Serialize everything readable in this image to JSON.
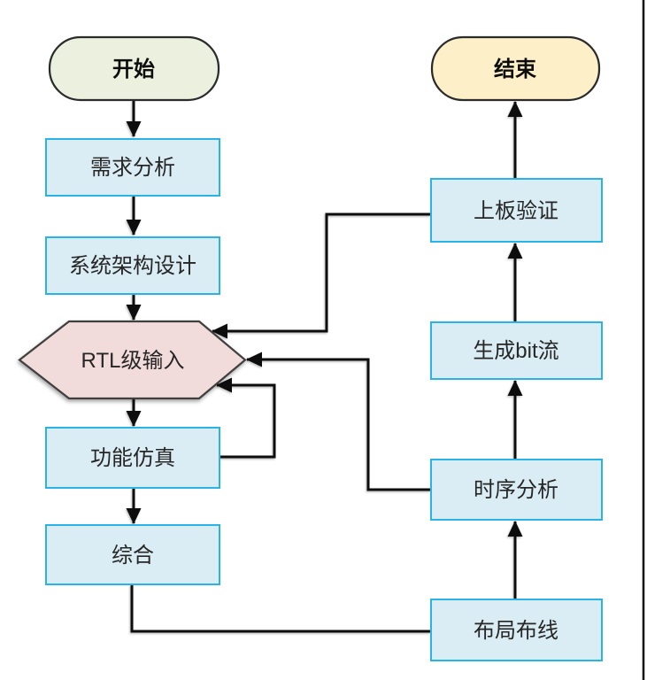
{
  "diagram": {
    "type": "flowchart",
    "language": "zh-CN",
    "nodes": {
      "start": {
        "label": "开始",
        "shape": "terminator",
        "fill": "#ebf1de"
      },
      "req": {
        "label": "需求分析",
        "shape": "process",
        "fill": "#dbedf4"
      },
      "arch": {
        "label": "系统架构设计",
        "shape": "process",
        "fill": "#dbedf4"
      },
      "rtl": {
        "label": "RTL级输入",
        "shape": "hexagon",
        "fill": "#f2dcdb"
      },
      "sim": {
        "label": "功能仿真",
        "shape": "process",
        "fill": "#dbedf4"
      },
      "synth": {
        "label": "综合",
        "shape": "process",
        "fill": "#dbedf4"
      },
      "pnr": {
        "label": "布局布线",
        "shape": "process",
        "fill": "#dbedf4"
      },
      "timing": {
        "label": "时序分析",
        "shape": "process",
        "fill": "#dbedf4"
      },
      "bit": {
        "label": "生成bit流",
        "shape": "process",
        "fill": "#dbedf4"
      },
      "board": {
        "label": "上板验证",
        "shape": "process",
        "fill": "#dbedf4"
      },
      "end": {
        "label": "结束",
        "shape": "terminator",
        "fill": "#fdf0c9"
      }
    },
    "edges": [
      {
        "from": "开始",
        "to": "需求分析",
        "kind": "forward"
      },
      {
        "from": "需求分析",
        "to": "系统架构设计",
        "kind": "forward"
      },
      {
        "from": "系统架构设计",
        "to": "RTL级输入",
        "kind": "forward"
      },
      {
        "from": "RTL级输入",
        "to": "功能仿真",
        "kind": "forward"
      },
      {
        "from": "功能仿真",
        "to": "综合",
        "kind": "forward"
      },
      {
        "from": "综合",
        "to": "布局布线",
        "kind": "forward"
      },
      {
        "from": "布局布线",
        "to": "时序分析",
        "kind": "forward"
      },
      {
        "from": "时序分析",
        "to": "生成bit流",
        "kind": "forward"
      },
      {
        "from": "生成bit流",
        "to": "上板验证",
        "kind": "forward"
      },
      {
        "from": "上板验证",
        "to": "结束",
        "kind": "forward"
      },
      {
        "from": "功能仿真",
        "to": "RTL级输入",
        "kind": "feedback"
      },
      {
        "from": "时序分析",
        "to": "RTL级输入",
        "kind": "feedback"
      },
      {
        "from": "上板验证",
        "to": "RTL级输入",
        "kind": "feedback"
      }
    ],
    "colors": {
      "process_fill": "#dbedf4",
      "process_border": "#2ab3e6",
      "start_fill": "#ebf1de",
      "end_fill": "#fdf0c9",
      "hexagon_fill": "#f2dcdb",
      "connector": "#0d0d0d",
      "background": "#ffffff"
    }
  }
}
